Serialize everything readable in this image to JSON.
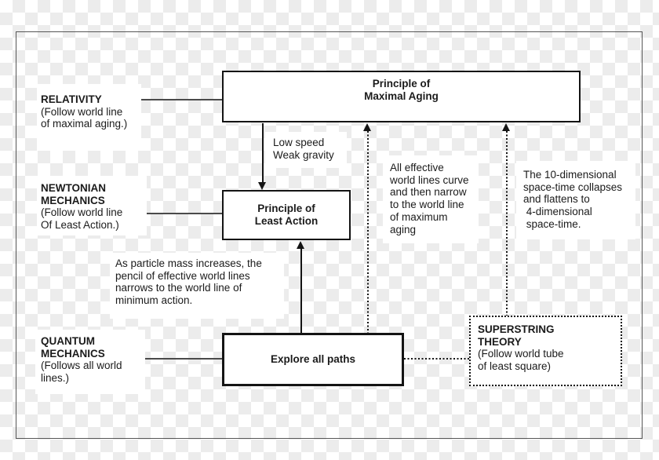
{
  "figure": {
    "type": "flow-diagram",
    "topic": "Relationships between action principles in physics"
  },
  "colors": {
    "checker_gray": "#ececec",
    "frame_border": "#565656",
    "box_border": "#141414",
    "text": "#1b1b1b",
    "connector": "#4a4a4a"
  },
  "boxes": {
    "maximal_aging": {
      "title": "Principle of\nMaximal Aging"
    },
    "least_action": {
      "title": "Principle of\nLeast Action"
    },
    "explore_paths": {
      "title": "Explore all paths"
    },
    "superstring": {
      "heading": "SUPERSTRING\nTHEORY",
      "body": "(Follow world tube\nof least square)"
    }
  },
  "labels": {
    "relativity": {
      "heading": "RELATIVITY",
      "body": "(Follow world line\nof maximal aging.)"
    },
    "newtonian": {
      "heading": "NEWTONIAN\nMECHANICS",
      "body": "(Follow world line\nOf Least Action.)"
    },
    "quantum": {
      "heading": "QUANTUM\nMECHANICS",
      "body": "(Follows all world\nlines.)"
    }
  },
  "annotations": {
    "low_speed": "Low speed\nWeak gravity",
    "particle_mass": "As particle mass increases, the\npencil of effective world lines\nnarrows to the world line of\nminimum action.",
    "world_lines": "All effective\nworld lines curve\nand then narrow\nto the world line\nof maximum\naging",
    "ten_dimensional": "The 10-dimensional\nspace-time collapses\nand flattens to\n 4-dimensional\n space-time."
  }
}
